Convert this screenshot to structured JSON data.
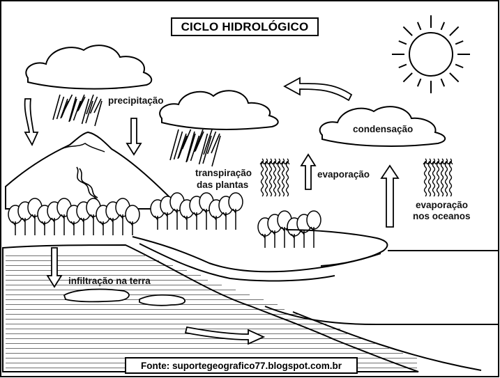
{
  "title": "CICLO HIDROLÓGICO",
  "labels": {
    "precipitation": "precipitação",
    "condensation": "condensação",
    "transpiration_line1": "transpiração",
    "transpiration_line2": "das plantas",
    "evaporation": "evaporação",
    "ocean_evaporation_line1": "evaporação",
    "ocean_evaporation_line2": "nos oceanos",
    "infiltration": "infiltração na terra"
  },
  "source": "Fonte: suportegeografico77.blogspot.com.br",
  "colors": {
    "ink": "#000000",
    "paper": "#ffffff"
  }
}
